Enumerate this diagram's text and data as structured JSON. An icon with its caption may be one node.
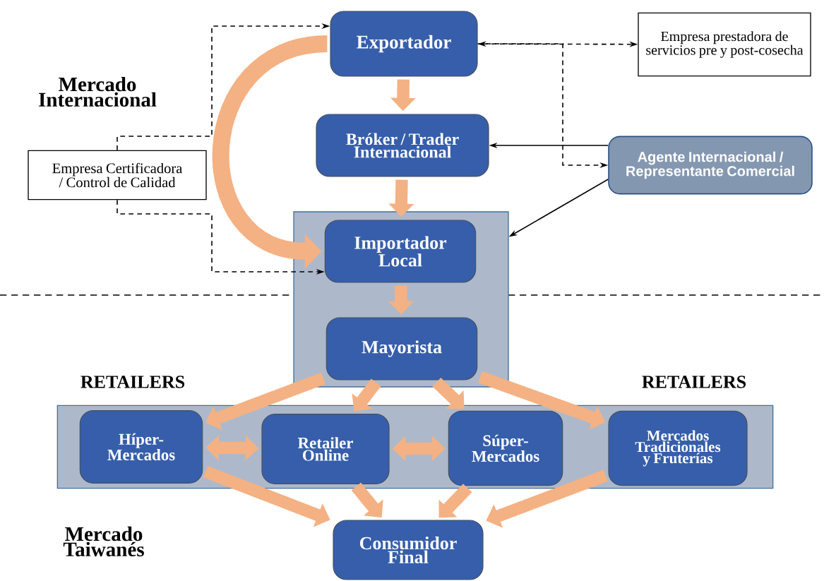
{
  "diagram": {
    "nodes": [
      {
        "text": [
          "Exportador"
        ]
      },
      {
        "text": [
          "Empresa prestadora de servicios pre y post-cosecha"
        ]
      },
      {
        "text": [
          "Bróker / Trader Internacional"
        ]
      },
      {
        "text": [
          "Agente Internacional / Representante Comercial"
        ]
      },
      {
        "text": [
          "Empresa Certificadora / Control de Calidad"
        ]
      },
      {
        "text": [],
        "shape": "box"
      },
      {
        "text": [
          "Importador Local"
        ],
        "in": 5
      },
      {
        "text": [
          "Mayorista"
        ],
        "in": 5
      },
      {
        "text": [],
        "shape": "box"
      },
      {
        "text": [
          "Híper-Mercados"
        ],
        "in": 8
      },
      {
        "text": [
          "Retailer Online"
        ],
        "in": 8
      },
      {
        "text": [
          "Súper-Mercados"
        ],
        "in": 8
      },
      {
        "text": [
          "Mercados Tradicionales y Fruterías"
        ],
        "in": 8
      },
      {
        "text": [
          "Consumidor Final"
        ]
      }
    ],
    "edges": [
      {
        "from": 0,
        "to": 2,
        "arrow": "to"
      },
      {
        "from": 2,
        "to": 6,
        "arrow": "to"
      },
      {
        "from": 0,
        "to": 6,
        "arrow": "to"
      },
      {
        "from": 6,
        "to": 7,
        "arrow": "to"
      },
      {
        "from": 7,
        "to": 9,
        "arrow": "to"
      },
      {
        "from": 7,
        "to": 10,
        "arrow": "to"
      },
      {
        "from": 7,
        "to": 11,
        "arrow": "to"
      },
      {
        "from": 7,
        "to": 12,
        "arrow": "to"
      },
      {
        "from": 9,
        "to": 10,
        "arrow": "both"
      },
      {
        "from": 10,
        "to": 11,
        "arrow": "both"
      },
      {
        "from": 9,
        "to": 13,
        "arrow": "to"
      },
      {
        "from": 10,
        "to": 13,
        "arrow": "to"
      },
      {
        "from": 11,
        "to": 13,
        "arrow": "to"
      },
      {
        "from": 12,
        "to": 13,
        "arrow": "to"
      },
      {
        "from": 3,
        "to": 2,
        "arrow": "to",
        "color": "#000000"
      },
      {
        "from": 3,
        "to": 5,
        "arrow": "to",
        "color": "#000000"
      },
      {
        "from": 0,
        "to": 1,
        "arrow": "both",
        "style": "dashed",
        "color": "#000000"
      },
      {
        "from": 0,
        "to": 3,
        "arrow": "to",
        "style": "dashed",
        "color": "#000000"
      },
      {
        "from": 4,
        "to": 0,
        "arrow": "to",
        "style": "dashed",
        "color": "#000000"
      },
      {
        "from": 4,
        "to": 6,
        "arrow": "to",
        "style": "dashed",
        "color": "#000000"
      }
    ],
    "labels": [
      "Mercado Internacional",
      "RETAILERS",
      "RETAILERS",
      "Mercado Taiwanés"
    ]
  }
}
